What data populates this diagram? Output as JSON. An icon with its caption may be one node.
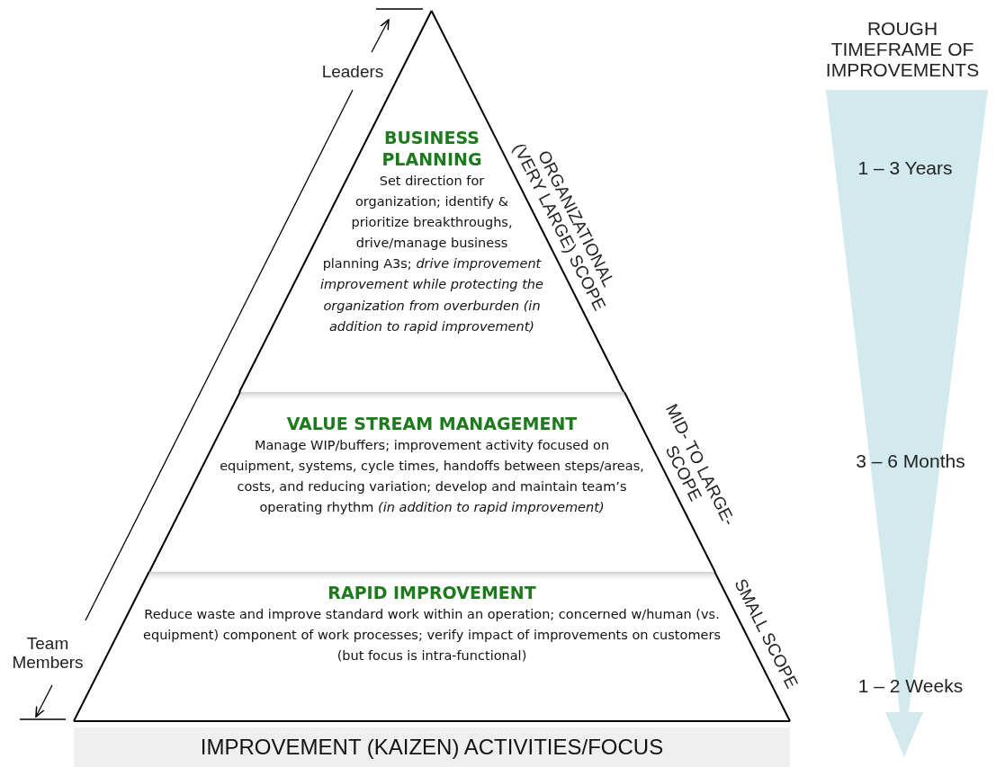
{
  "diagram": {
    "nodes": [
      {
        "text": [
          "BUSINESS PLANNING",
          "Set direction for organization; identify & prioritize breakthroughs, drive/manage business planning A3s; *drive improvement improvement while protecting the organization from overburden (in addition to rapid improvement)*"
        ]
      },
      {
        "text": [
          "VALUE STREAM MANAGEMENT",
          "Manage WIP/buffers; improvement activity focused on equipment, systems, cycle times, handoffs between steps/areas, costs, and reducing variation; develop and maintain team’s operating rhythm *(in addition to rapid improvement)*"
        ]
      },
      {
        "text": [
          "RAPID IMPROVEMENT",
          "Reduce waste and improve standard work within an operation; concerned w/human (vs. equipment) component of work processes; verify impact of improvements on customers (but focus is intra-functional)"
        ]
      },
      {
        "text": [
          "IMPROVEMENT (KAIZEN) ACTIVITIES/FOCUS"
        ]
      }
    ],
    "labels": [
      "ROUGH TIMEFRAME OF IMPROVEMENTS",
      "Leaders",
      "ORGANIZATIONAL (VERY LARGE) SCOPE",
      "1 – 3 Years",
      "MID- TO LARGE-SCOPE",
      "3 – 6 Months",
      "Team Members",
      "SMALL SCOPE",
      "1 – 2 Weeks"
    ]
  }
}
